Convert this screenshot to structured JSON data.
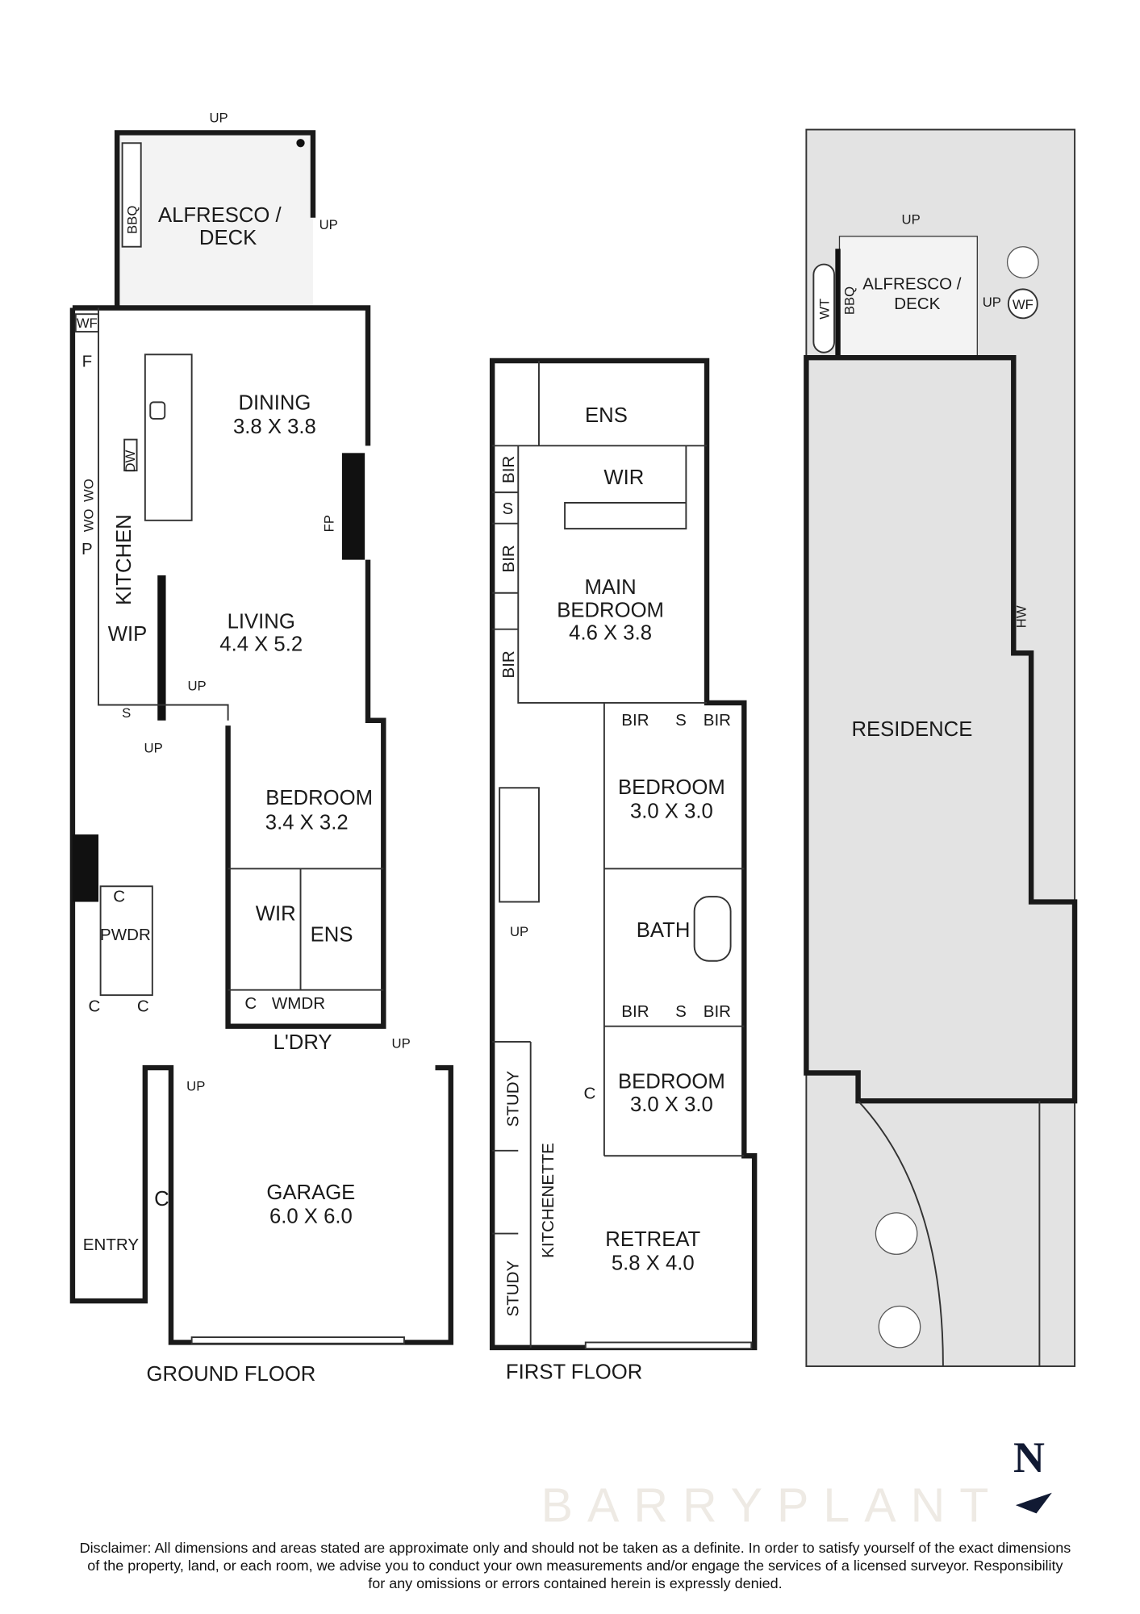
{
  "ground_floor": {
    "title": "GROUND FLOOR",
    "rooms": {
      "alfresco_line1": "ALFRESCO /",
      "alfresco_line2": "DECK",
      "bbq": "BBQ",
      "dining": "DINING",
      "dining_size": "3.8 X 3.8",
      "kitchen": "KITCHEN",
      "wip": "WIP",
      "living": "LIVING",
      "living_size": "4.4 X 5.2",
      "bedroom": "BEDROOM",
      "bedroom_size": "3.4 X 3.2",
      "wir": "WIR",
      "ens": "ENS",
      "pwdr": "PWDR",
      "wmdr": "WMDR",
      "ldry": "L'DRY",
      "garage": "GARAGE",
      "garage_size": "6.0 X 6.0",
      "entry": "ENTRY"
    },
    "fixtures": {
      "wf": "WF",
      "f": "F",
      "dw": "DW",
      "wo1": "WO",
      "wo2": "WO",
      "p": "P",
      "fp": "FP",
      "s": "S",
      "c": "C"
    },
    "up": "UP"
  },
  "first_floor": {
    "title": "FIRST FLOOR",
    "rooms": {
      "ens": "ENS",
      "wir": "WIR",
      "bir": "BIR",
      "s": "S",
      "main_bedroom_1": "MAIN",
      "main_bedroom_2": "BEDROOM",
      "main_bedroom_size": "4.6 X 3.8",
      "bedroom": "BEDROOM",
      "bedroom2_size": "3.0 X 3.0",
      "bath": "BATH",
      "bedroom3_size": "3.0 X 3.0",
      "c": "C",
      "study": "STUDY",
      "kitchenette": "KITCHENETTE",
      "retreat": "RETREAT",
      "retreat_size": "5.8 X 4.0"
    },
    "up": "UP"
  },
  "site_plan": {
    "up": "UP",
    "alfresco_line1": "ALFRESCO /",
    "alfresco_line2": "DECK",
    "wt": "WT",
    "bbq": "BBQ",
    "wf": "WF",
    "residence": "RESIDENCE",
    "hw": "HW"
  },
  "compass": {
    "north": "N"
  },
  "watermark": "BARRYPLANT",
  "disclaimer": {
    "line1": "Disclaimer: All dimensions and areas stated are approximate only and should not be taken as a definite. In order to satisfy yourself of the exact dimensions",
    "line2": "of the property, land, or each room, we advise you to conduct your own measurements and/or engage the services of a licensed surveyor. Responsibility",
    "line3": "for any omissions or errors contained herein is expressly denied."
  },
  "colors": {
    "wall": "#1a1a1a",
    "landscape": "#e3e3e3",
    "deck": "#f3f3f3",
    "compass": "#111a33"
  }
}
